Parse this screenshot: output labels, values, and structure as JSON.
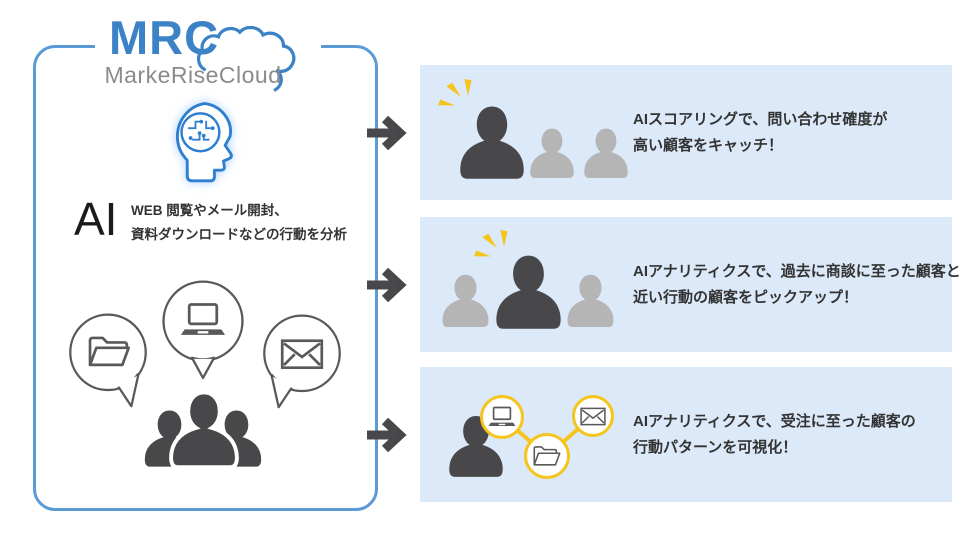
{
  "logo": {
    "acronym": "MRC",
    "name": "MarkeRiseCloud"
  },
  "left_box": {
    "ai_label": "AI",
    "analysis_line1": "WEB 閲覧やメール開封、",
    "analysis_line2": "資料ダウンロードなどの行動を分析"
  },
  "benefits": [
    {
      "line1": "AIスコアリングで、問い合わせ確度が",
      "line2": "高い顧客をキャッチ！"
    },
    {
      "line1": "AIアナリティクスで、過去に商談に至った顧客と",
      "line2": "近い行動の顧客をピックアップ！"
    },
    {
      "line1": "AIアナリティクスで、受注に至った顧客の",
      "line2": "行動パターンを可視化！"
    }
  ],
  "icons": {
    "brain_circuit": "ai-head-with-circuit-brain",
    "cloud": "cloud-outline",
    "folder": "open-folder",
    "laptop": "laptop-computer",
    "envelope": "mail-envelope",
    "people": "three-person-group",
    "spark": "attention-sparks",
    "arrow": "right-arrow"
  },
  "colors": {
    "brand_blue": "#3b82c6",
    "box_border_blue": "#5b9bd5",
    "panel_background": "#dce9f8",
    "dark_silhouette": "#48484b",
    "light_silhouette": "#b5b5b5",
    "accent_yellow": "#f5c51d",
    "icon_gray": "#58595b",
    "text": "#333333",
    "logo_gray": "#8b8b8b"
  }
}
